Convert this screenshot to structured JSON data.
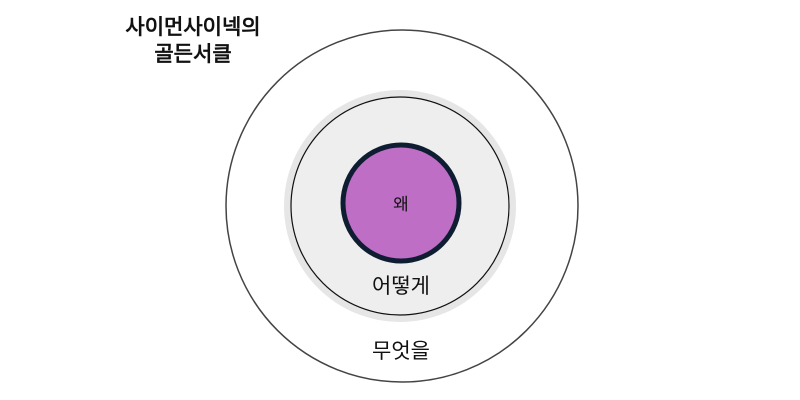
{
  "title": {
    "line1": "사이먼사이넥의",
    "line2": "골든서클"
  },
  "circles": {
    "outer": {
      "label": "무엇을"
    },
    "middle": {
      "label": "어떻게"
    },
    "inner": {
      "label": "왜"
    }
  },
  "colors": {
    "inner_fill": "#bf6ec6",
    "inner_stroke": "#0f1d33",
    "middle_fill": "#eeeeee",
    "middle_halo": "#e6e6e6",
    "outer_stroke": "#444444",
    "background": "#ffffff"
  }
}
